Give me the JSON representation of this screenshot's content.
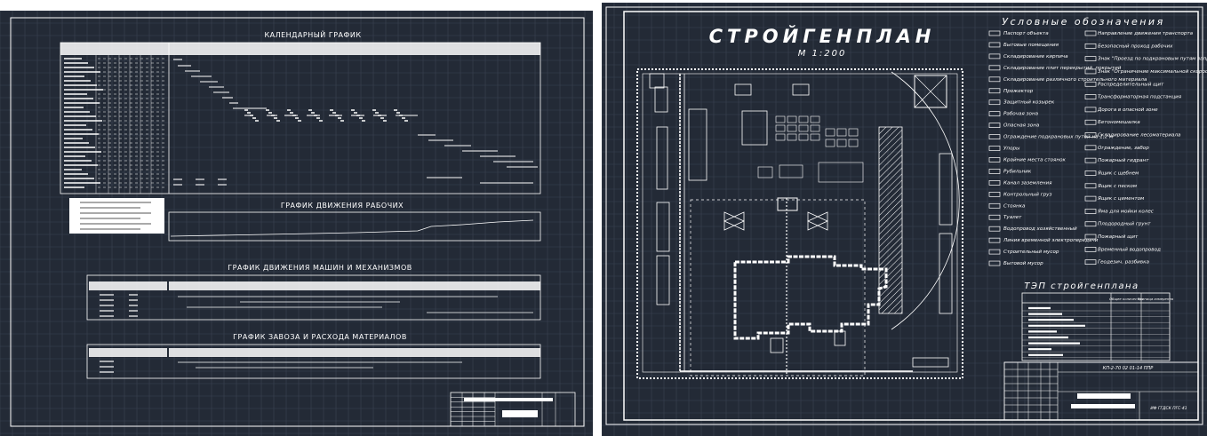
{
  "left_sheet": {
    "calendar_title": "КАЛЕНДАРНЫЙ      ГРАФИК",
    "workers_title": "ГРАФИК ДВИЖЕНИЯ РАБОЧИХ",
    "machines_title": "ГРАФИК ДВИЖЕНИЯ МАШИН И МЕХАНИЗМОВ",
    "materials_title": "ГРАФИК ЗАВОЗА И РАСХОДА МАТЕРИАЛОВ"
  },
  "right_sheet": {
    "title": "СТРОЙГЕНПЛАН",
    "scale": "М 1:200",
    "legend_title": "Условные обозначения",
    "legend_left": [
      "Паспорт объекта",
      "Бытовые помещения",
      "Складирование кирпича",
      "Складирование плит перекрытий, покрытий",
      "Складирование различного строительного материала",
      "Прожектор",
      "Защитный козырек",
      "Рабочая зона",
      "Опасная зона",
      "Ограждение подкрановых путей на 1,2 м",
      "Упоры",
      "Крайние места стоянок",
      "Рубильник",
      "Канал заземления",
      "Контрольный груз",
      "Стоянка",
      "Туалет",
      "Водопровод хозяйственный",
      "Линия временной электропередачи",
      "Строительный мусор",
      "Бытовой мусор"
    ],
    "legend_right": [
      "Направление движения транспорта",
      "Безопасный проход рабочих",
      "Знак \"Проезд по подкрановым путям запрещен\"",
      "Знак \"Ограничение максимальной скорости\"",
      "Распределительный щит",
      "Трансформаторная подстанция",
      "Дорога в опасной зоне",
      "Бетономешалка",
      "Складирование лесоматериала",
      "Ограждение, забор",
      "Пожарный гидрант",
      "Ящик с щебнем",
      "Ящик с песком",
      "Ящик с цементом",
      "Яма для мойки колес",
      "Плодородный грунт",
      "Пожарный щит",
      "Временный водопровод",
      "Геодезич. разбивка"
    ],
    "tep_title": "ТЭП стройгенплана",
    "tep_col_qty": "Общее количество",
    "tep_col_unit": "Единица измерения",
    "stamp_code": "КП-2-70 02 01-14 ППР",
    "stamp_org": "ИФ ГГДСК ПГС-41"
  },
  "colors": {
    "background": "#232a36",
    "lines": "#ffffff"
  }
}
